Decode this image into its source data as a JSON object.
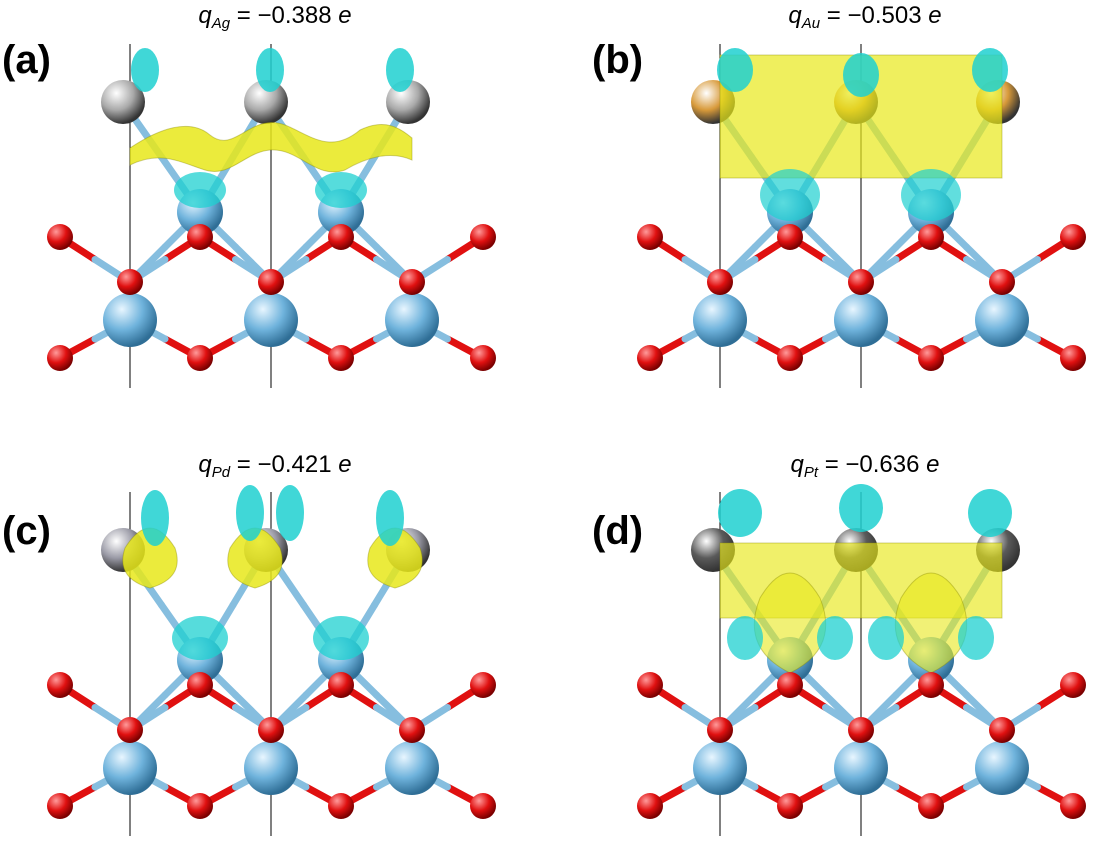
{
  "panels": [
    {
      "letter": "(a)",
      "q_symbol": "q",
      "metal": "Ag",
      "equals": "=",
      "value": "−0.388",
      "unit": "e",
      "metal_color": "#a9a9a9",
      "style": "band"
    },
    {
      "letter": "(b)",
      "q_symbol": "q",
      "metal": "Au",
      "equals": "=",
      "value": "−0.503",
      "unit": "e",
      "metal_color": "#d89a3a",
      "style": "slab"
    },
    {
      "letter": "(c)",
      "q_symbol": "q",
      "metal": "Pd",
      "equals": "=",
      "value": "−0.421",
      "unit": "e",
      "metal_color": "#9a9aa6",
      "style": "lobes"
    },
    {
      "letter": "(d)",
      "q_symbol": "q",
      "metal": "Pt",
      "equals": "=",
      "value": "−0.636",
      "unit": "e",
      "metal_color": "#5a5a5a",
      "style": "big"
    }
  ],
  "colors": {
    "oxygen": "#e01010",
    "cation": "#6fb3dc",
    "bond_cation": "#86bedf",
    "charge_accumulation": "#e8e81a",
    "charge_depletion": "#1ed0d0",
    "cell_line": "#000000"
  }
}
